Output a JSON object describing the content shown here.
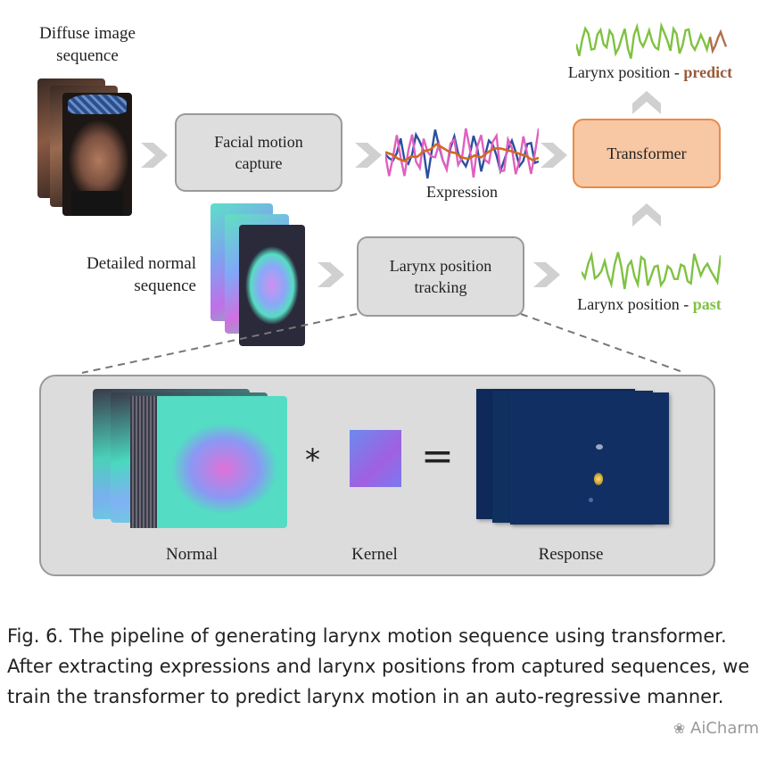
{
  "labels": {
    "diffuse": "Diffuse image\nsequence",
    "normal_seq": "Detailed normal\nsequence",
    "expression": "Expression",
    "predict_prefix": "Larynx position - ",
    "predict_word": "predict",
    "past_prefix": "Larynx position - ",
    "past_word": "past",
    "normal": "Normal",
    "kernel": "Kernel",
    "response": "Response",
    "asterisk": "*",
    "equals": "="
  },
  "boxes": {
    "facial": "Facial motion\ncapture",
    "larynx": "Larynx position\ntracking",
    "transformer": "Transformer"
  },
  "caption": "Fig. 6.  The pipeline of generating larynx motion sequence using transformer. After extracting expressions and larynx positions from captured sequences, we train the transformer to predict larynx motion in an auto-regressive manner.",
  "watermark": "AiCharm",
  "colors": {
    "predict": "#9a5a3a",
    "past": "#7fc241",
    "wave_green": "#7fc241",
    "wave_brown": "#b0704a",
    "expr_blue": "#2a4fa0",
    "expr_pink": "#e060c0",
    "expr_orange": "#d06a20",
    "transformer_fill": "#f8c7a3",
    "transformer_border": "#e98a48",
    "response_bg": "#0f2a5a"
  }
}
